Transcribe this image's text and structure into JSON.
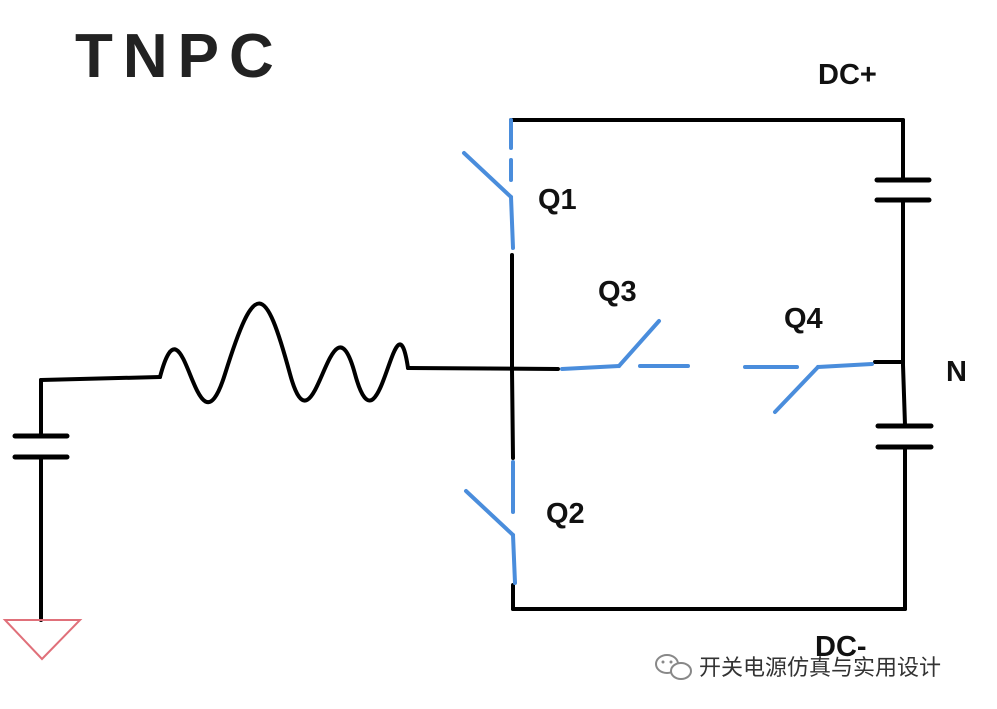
{
  "diagram": {
    "title": "TNPC",
    "labels": {
      "dc_plus": "DC+",
      "dc_minus": "DC-",
      "neutral": "N",
      "q1": "Q1",
      "q2": "Q2",
      "q3": "Q3",
      "q4": "Q4"
    },
    "watermark": "开关电源仿真与实用设计",
    "colors": {
      "wire": "#000000",
      "switch": "#4a8ddc",
      "ground": "#e0707a",
      "title": "#222222"
    }
  }
}
